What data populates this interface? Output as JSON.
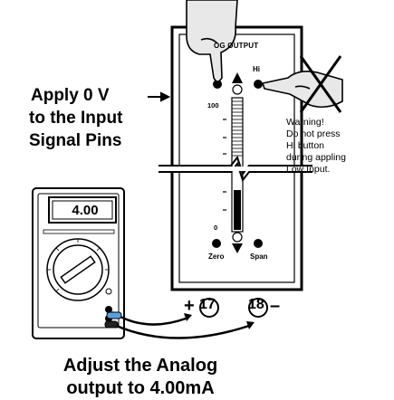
{
  "instruction": {
    "line1": "Apply 0 V",
    "line2": "to the Input",
    "line3": "Signal Pins"
  },
  "panel": {
    "title": "OG OUTPUT",
    "hi_label": "Hi",
    "zero_label": "Zero",
    "span_label": "Span",
    "scale_top": "100",
    "scale_bottom": "0",
    "scale_dash": "-"
  },
  "warning": {
    "line1": "Warning!",
    "line2": "Do not press",
    "line3": "Hi button",
    "line4": "during appling",
    "line5": "Low Input."
  },
  "meter": {
    "display": "4.00"
  },
  "terminals": {
    "plus": "+",
    "pin17": "17",
    "pin18": "18",
    "minus": "–"
  },
  "caption": {
    "line1": "Adjust the Analog",
    "line2": "output to 4.00mA"
  },
  "colors": {
    "lead_blue": "#5aa0e0",
    "ink": "#000000"
  }
}
